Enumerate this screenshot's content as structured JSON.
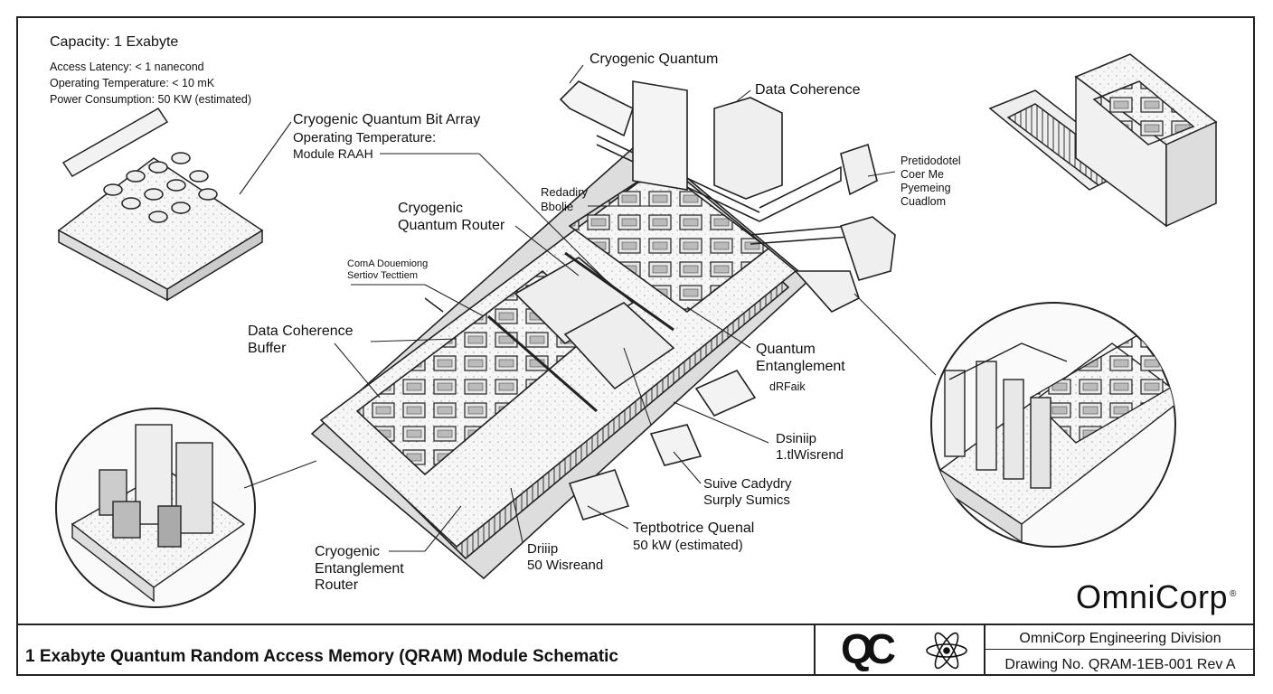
{
  "specs": {
    "title": "Capacity: 1 Exabyte",
    "lines": [
      "Access Latency: < 1 nanecond",
      "Operating Temperature: < 10 mK",
      "Power Consumption: 50 KW (estimated)"
    ]
  },
  "labels": {
    "cryo_quantum": "Cryogenic Quantum",
    "data_coherence_top": "Data Coherence",
    "bit_array_1": "Cryogenic Quantum Bit Array",
    "bit_array_2": "Operating Temperature:",
    "bit_array_3": "Module RAAH",
    "predictive_1": "Pretidodotel",
    "predictive_2": "Coer Me",
    "predictive_3": "Pyemeing",
    "predictive_4": "Cuadlom",
    "redundancy_1": "Redadiry",
    "redundancy_2": "Bbolie",
    "router_1": "Cryogenic",
    "router_2": "Quantum Router",
    "coma_1": "ComA Douemiong",
    "coma_2": "Sertiov Tecttiem",
    "buffer_1": "Data Coherence",
    "buffer_2": "Buffer",
    "entangle_1": "Quantum",
    "entangle_2": "Entanglement",
    "entangle_3": "dRFaik",
    "dstrip_1": "Dsiniip",
    "dstrip_2": "1.tlWisrend",
    "supply_1": "Suive Cadydry",
    "supply_2": "Surply Sumics",
    "thermal_1": "Teptbotrice Quenal",
    "thermal_2": "50 kW (estimated)",
    "drip_1": "Driiip",
    "drip_2": "50 Wisreand",
    "cer_1": "Cryogenic",
    "cer_2": "Entanglement",
    "cer_3": "Router"
  },
  "brand": "OmniCorp",
  "brand_mark": "®",
  "title_block": {
    "title": "1 Exabyte Quantum Random Access Memory (QRAM) Module Schematic",
    "logo_text": "QC",
    "org": "OmniCorp Engineering Division",
    "drawing_no": "Drawing No. QRAM-1EB-001 Rev A"
  }
}
